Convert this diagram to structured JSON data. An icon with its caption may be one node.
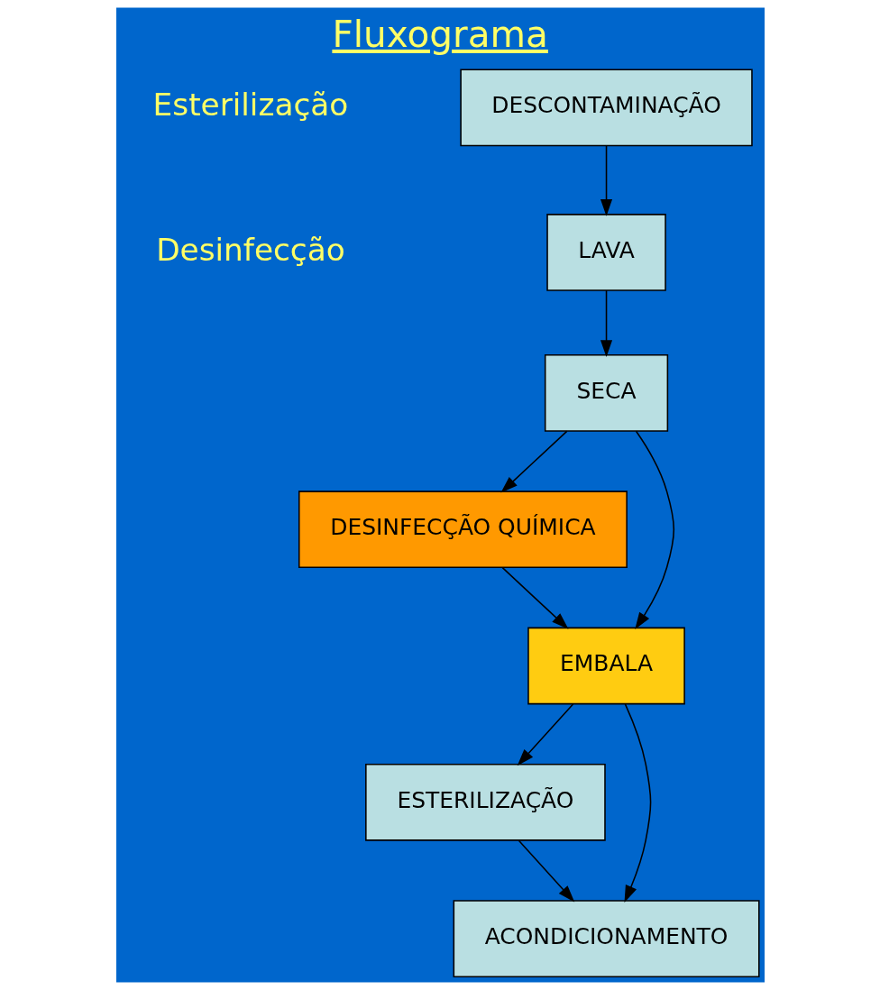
{
  "diagram": {
    "title": "Fluxograma",
    "nodes": [
      {
        "text": [
          "DESCONTAMINAÇÃO"
        ]
      },
      {
        "text": [
          "LAVA"
        ]
      },
      {
        "text": [
          "SECA"
        ]
      },
      {
        "text": [
          "DESINFECÇÃO QUÍMICA"
        ]
      },
      {
        "text": [
          "EMBALA"
        ]
      },
      {
        "text": [
          "ESTERILIZAÇÃO"
        ]
      },
      {
        "text": [
          "ACONDICIONAMENTO"
        ]
      }
    ],
    "edges": [
      {
        "from": 0,
        "to": 1,
        "arrow": "to"
      },
      {
        "from": 1,
        "to": 2,
        "arrow": "to"
      },
      {
        "from": 2,
        "to": 3,
        "arrow": "to"
      },
      {
        "from": 2,
        "to": 4,
        "arrow": "to"
      },
      {
        "from": 3,
        "to": 4,
        "arrow": "to"
      },
      {
        "from": 4,
        "to": 5,
        "arrow": "to"
      },
      {
        "from": 4,
        "to": 6,
        "arrow": "to"
      },
      {
        "from": 5,
        "to": 6,
        "arrow": "to"
      }
    ],
    "labels": [
      "Esterilização",
      "Desinfecção"
    ]
  }
}
